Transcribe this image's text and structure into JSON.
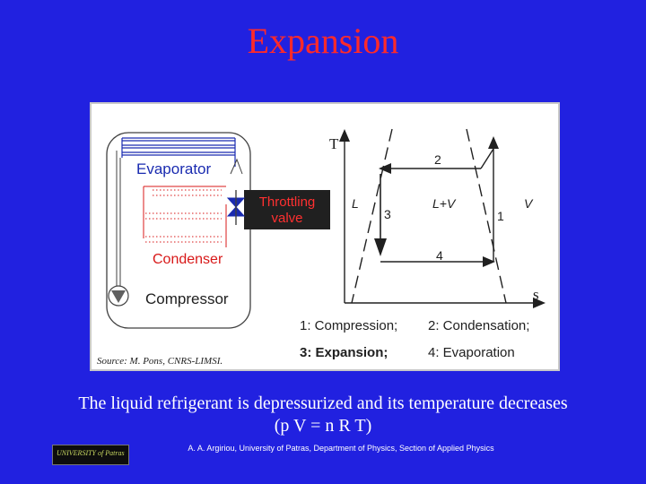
{
  "slide": {
    "title": "Expansion",
    "caption_line1": "The liquid refrigerant is depressurized and its temperature decreases",
    "caption_line2": "(p V = n R T)",
    "footer": "A. A. Argiriou, University of Patras, Department of Physics, Section of Applied Physics",
    "logo_text": "UNIVERSITY of Patras"
  },
  "diagram": {
    "evaporator": "Evaporator",
    "throttling_1": "Throttling",
    "throttling_2": "valve",
    "condenser": "Condenser",
    "compressor": "Compressor",
    "source": "Source: M. Pons, CNRS-LIMSI.",
    "axis_t": "T",
    "axis_s": "s",
    "region_l": "L",
    "region_lv": "L+V",
    "region_v": "V",
    "step_2": "2",
    "step_3": "3",
    "step_1": "1",
    "step_4": "4",
    "legend_1": "1: Compression;",
    "legend_2": "2: Condensation;",
    "legend_3": "3: Expansion;",
    "legend_4": "4: Evaporation"
  },
  "colors": {
    "background": "#2121e0",
    "title": "#ff2a2a",
    "evaporator_label": "#1a2bb0",
    "condenser_label": "#d81818",
    "throttling_label": "#ff3030"
  }
}
